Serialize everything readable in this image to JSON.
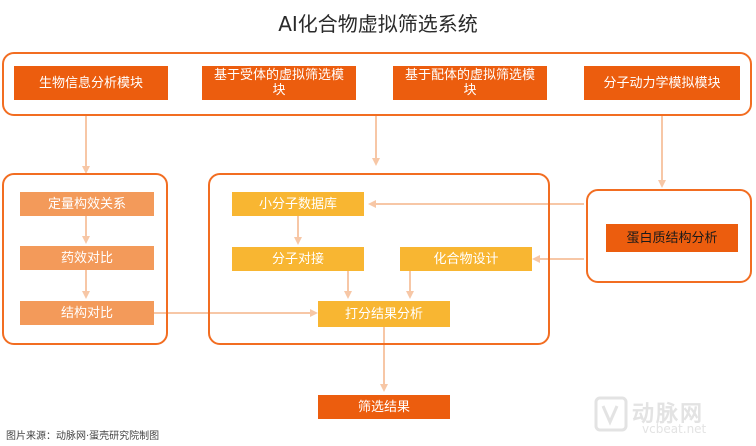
{
  "title": "AI化合物虚拟筛选系统",
  "top_modules": [
    "生物信息分析模块",
    "基于受体的虚拟筛选模块",
    "基于配体的虚拟筛选模块",
    "分子动力学模拟模块"
  ],
  "left_steps": [
    "定量构效关系",
    "药效对比",
    "结构对比"
  ],
  "center": {
    "library": "小分子数据库",
    "docking": "分子对接",
    "design": "化合物设计",
    "scoring": "打分结果分析"
  },
  "protein": "蛋白质结构分析",
  "result": "筛选结果",
  "source": "图片来源：动脉网·蛋壳研究院制图",
  "watermark": {
    "cn": "动脉网",
    "url": "vcbeat.net"
  },
  "colors": {
    "accent": "#ec5d0e",
    "light": "#f39a5a",
    "yellow": "#f8b632",
    "arrow": "#f7c7a6"
  }
}
